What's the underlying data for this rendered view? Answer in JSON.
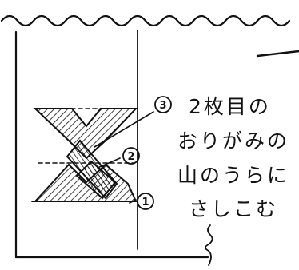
{
  "diagram": {
    "step_markers": [
      {
        "label": "1"
      },
      {
        "label": "2"
      },
      {
        "label": "3"
      }
    ],
    "note_lines": [
      "2枚目の",
      "おりがみの",
      "山のうらに",
      "さしこむ"
    ]
  }
}
